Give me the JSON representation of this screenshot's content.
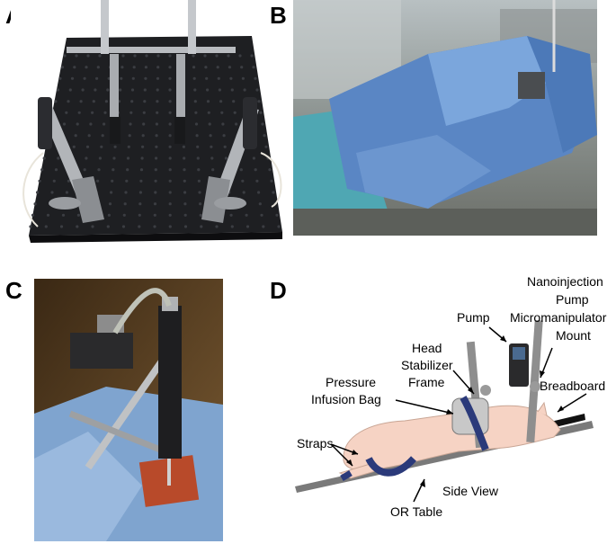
{
  "panels": {
    "a": {
      "letter": "A"
    },
    "b": {
      "letter": "B"
    },
    "c": {
      "letter": "C"
    },
    "d": {
      "letter": "D"
    }
  },
  "diagram": {
    "labels": {
      "nanoinjection": "Nanoinjection",
      "pump_word": "Pump",
      "micromanipulator": "Micromanipulator",
      "mount": "Mount",
      "pump": "Pump",
      "head": "Head",
      "stabilizer": "Stabilizer",
      "frame": "Frame",
      "pressure": "Pressure",
      "infusion_bag": "Infusion Bag",
      "breadboard": "Breadboard",
      "straps": "Straps",
      "side_view": "Side View",
      "or_table": "OR Table"
    },
    "colors": {
      "strap": "#2b3a7a",
      "table": "#7a7a7a",
      "breadboard": "#111111",
      "animal": "#f6d3c4",
      "bag": "#c8c8c8"
    }
  }
}
